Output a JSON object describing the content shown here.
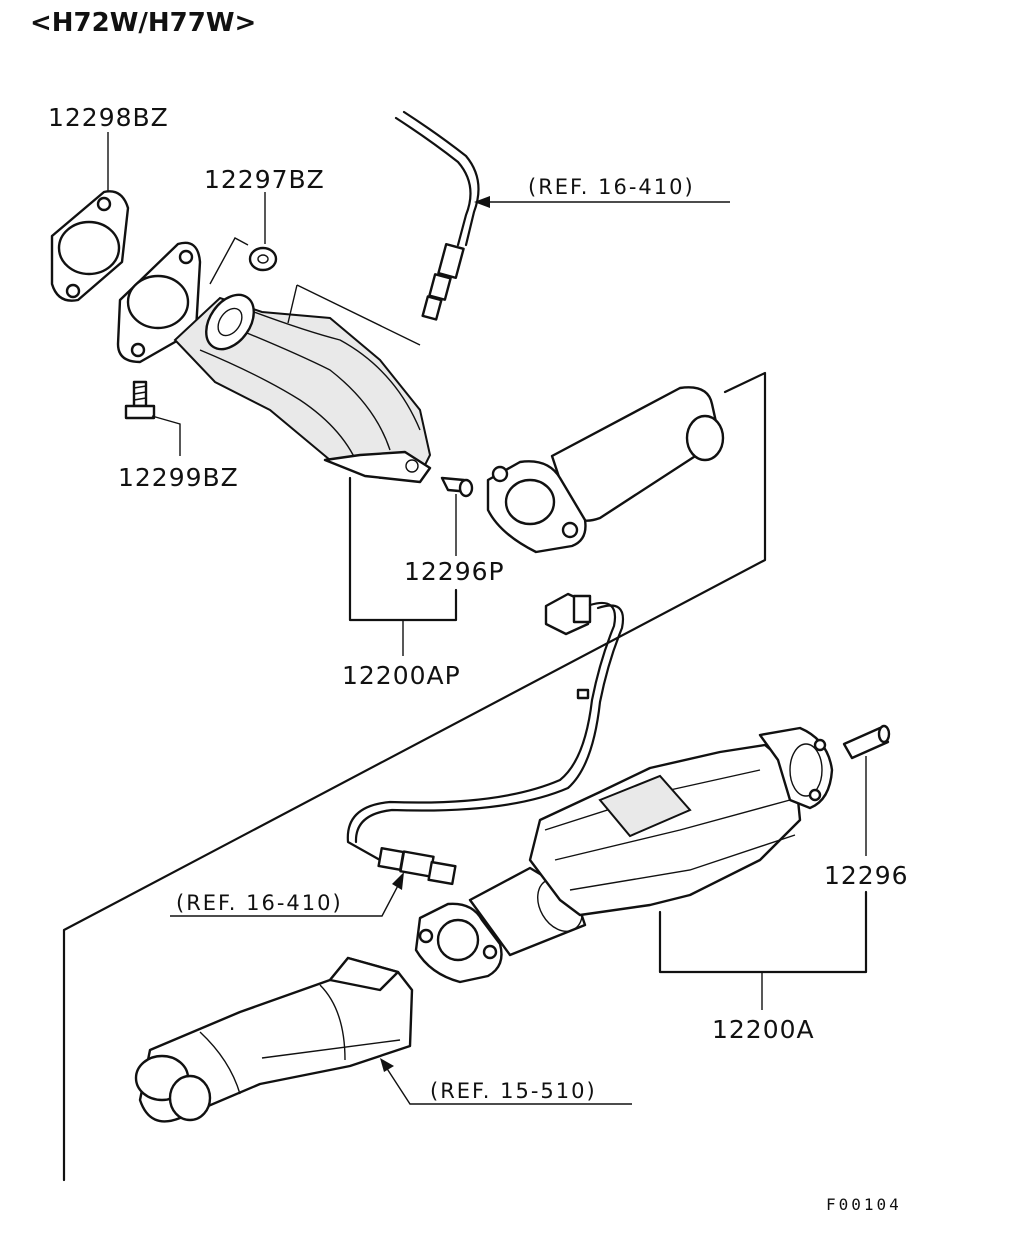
{
  "diagram": {
    "model_label": "<H72W/H77W>",
    "figure_code": "F00104",
    "parts": {
      "gasket_upper": "12298BZ",
      "nut": "12297BZ",
      "bolt": "12299BZ",
      "plug_front": "12296P",
      "front_converter_assy": "12200AP",
      "plug_rear": "12296",
      "main_converter_assy": "12200A"
    },
    "references": {
      "upper_o2_sensor": "(REF. 16-410)",
      "lower_o2_sensor": "(REF. 16-410)",
      "rear_pipe": "(REF. 15-510)"
    }
  }
}
